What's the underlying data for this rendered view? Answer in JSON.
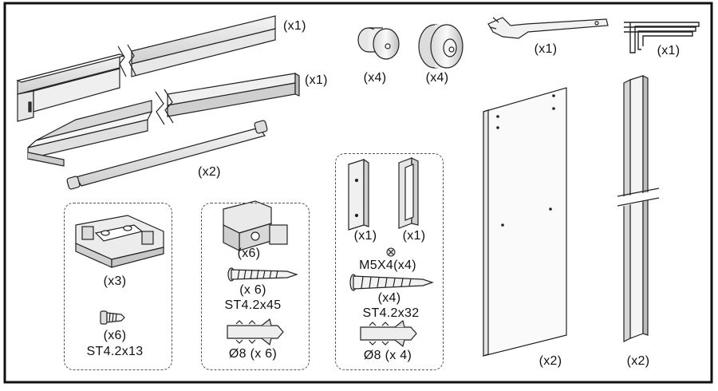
{
  "parts": {
    "top_rail_qty": "(x1)",
    "bottom_track_qty": "(x1)",
    "handle_bar_qty": "(x2)",
    "small_wheel_qty": "(x4)",
    "large_wheel_qty": "(x4)",
    "spanner_qty": "(x1)",
    "hex_keys_qty": "(x1)",
    "glass_panel_qty": "(x2)",
    "u_profile_qty": "(x2)"
  },
  "group_a": {
    "clip_qty": "(x3)",
    "screw_qty": "(x6)",
    "screw_spec": "ST4.2x13"
  },
  "group_b": {
    "block_qty": "(x6)",
    "screw_qty": "(x 6)",
    "screw_spec": "ST4.2x45",
    "anchor_label": "Ø8 (x 6)"
  },
  "group_c": {
    "bracket_left_qty": "(x1)",
    "bracket_right_qty": "(x1)",
    "nut_label": "M5X4(x4)",
    "screw_qty": "(x4)",
    "screw_spec": "ST4.2x32",
    "anchor_label": "Ø8 (x 4)"
  }
}
